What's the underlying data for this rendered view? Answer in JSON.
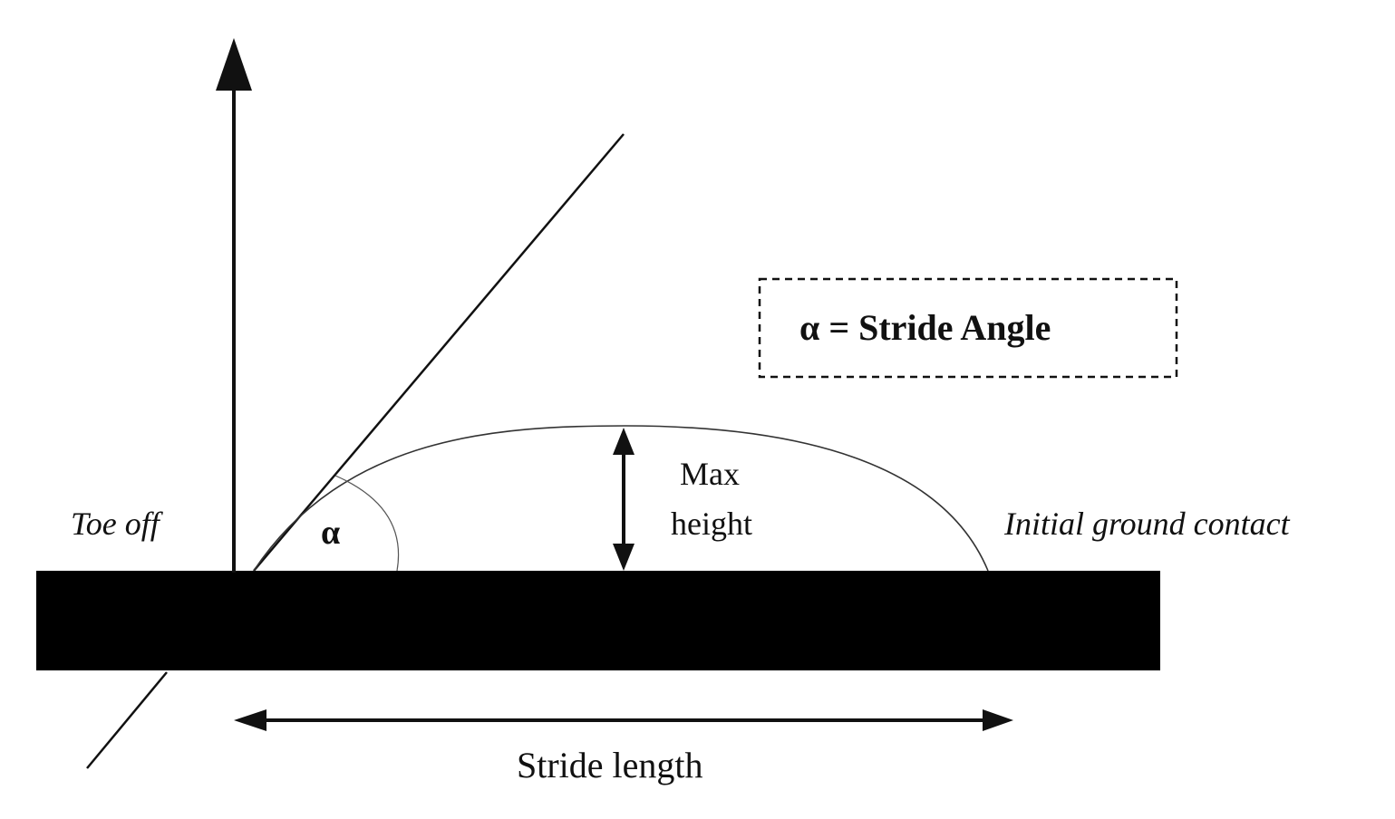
{
  "labels": {
    "toe_off": "Toe off",
    "alpha": "α",
    "max_height_line1": "Max",
    "max_height_line2": "height",
    "initial_contact": "Initial ground contact",
    "stride_length": "Stride length",
    "legend": "α = Stride Angle"
  },
  "colors": {
    "ink": "#111111",
    "ground": "#000000",
    "background": "#ffffff"
  }
}
